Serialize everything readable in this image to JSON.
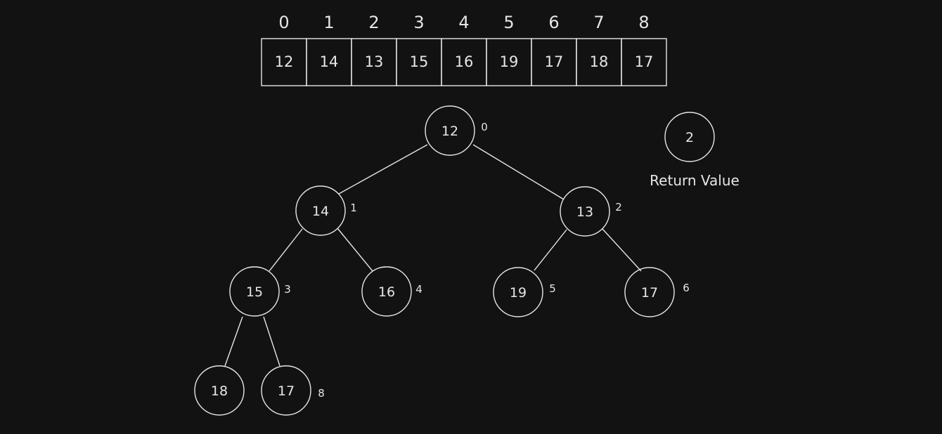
{
  "array": {
    "indices": [
      "0",
      "1",
      "2",
      "3",
      "4",
      "5",
      "6",
      "7",
      "8"
    ],
    "values": [
      "12",
      "14",
      "13",
      "15",
      "16",
      "19",
      "17",
      "18",
      "17"
    ]
  },
  "tree": {
    "nodes": [
      {
        "value": "12",
        "index": "0"
      },
      {
        "value": "14",
        "index": "1"
      },
      {
        "value": "13",
        "index": "2"
      },
      {
        "value": "15",
        "index": "3"
      },
      {
        "value": "16",
        "index": "4"
      },
      {
        "value": "19",
        "index": "5"
      },
      {
        "value": "17",
        "index": "6"
      },
      {
        "value": "18",
        "index": ""
      },
      {
        "value": "17",
        "index": "8"
      }
    ],
    "edges": [
      [
        0,
        1
      ],
      [
        0,
        2
      ],
      [
        1,
        3
      ],
      [
        1,
        4
      ],
      [
        2,
        5
      ],
      [
        2,
        6
      ],
      [
        3,
        7
      ],
      [
        3,
        8
      ]
    ]
  },
  "return_value": {
    "value": "2",
    "label": "Return Value"
  }
}
